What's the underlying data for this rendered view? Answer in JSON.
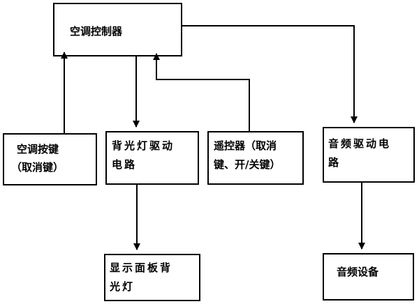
{
  "boxes": {
    "ac_controller": "空调控制器",
    "ac_button": [
      "空调按键",
      "（取消键）"
    ],
    "backlight_driver": [
      "背光灯驱动",
      "电路"
    ],
    "remote": [
      "遥控器（取消",
      "键、开/关键）"
    ],
    "audio_driver": [
      "音频驱动电",
      "路"
    ],
    "panel_backlight": [
      "显示面板背",
      "光灯"
    ],
    "audio_device": "音频设备"
  }
}
